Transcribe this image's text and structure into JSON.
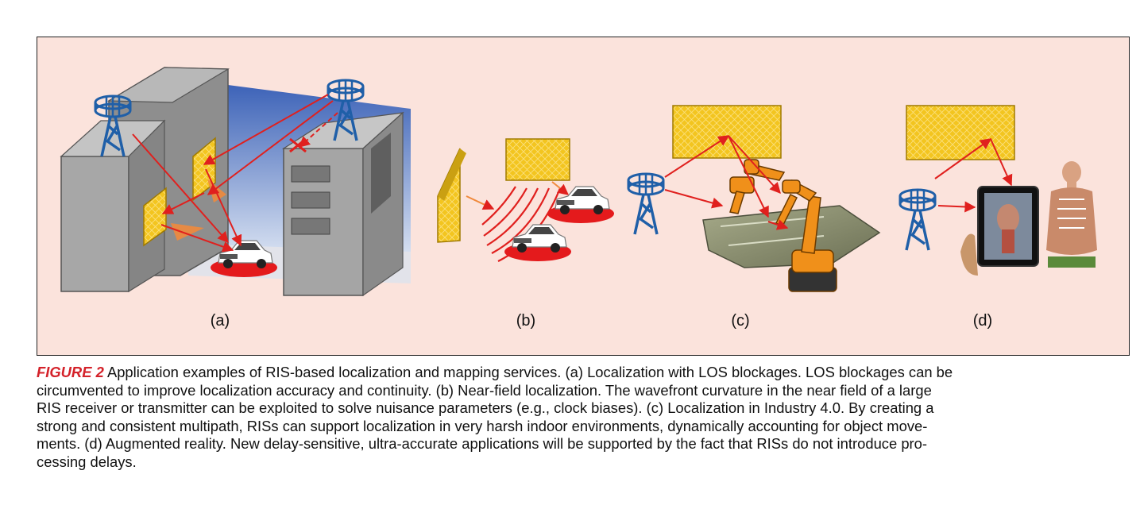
{
  "figure": {
    "panels": [
      {
        "id": "a",
        "label": "(a)"
      },
      {
        "id": "b",
        "label": "(b)"
      },
      {
        "id": "c",
        "label": "(c)"
      },
      {
        "id": "d",
        "label": "(d)"
      }
    ]
  },
  "caption": {
    "figure_label": "FIGURE 2",
    "lines": [
      "Application examples of RIS-based localization and mapping services. (a) Localization with LOS blockages. LOS blockages can be",
      "circumvented to improve localization accuracy and continuity. (b) Near-field localization. The wavefront curvature in the near field of a large",
      "RIS receiver or transmitter can be exploited to solve nuisance parameters (e.g., clock biases). (c) Localization in Industry 4.0. By creating a",
      "strong and consistent multipath, RISs can support localization in very harsh indoor environments, dynamically accounting for object move-",
      "ments. (d) Augmented reality. New delay-sensitive, ultra-accurate applications will be supported by the fact that RISs do not introduce pro-",
      "cessing delays."
    ]
  },
  "colors": {
    "panel_background": "#fbe3dc",
    "ris_yellow": "#f2c21e",
    "ray_red": "#e0201e",
    "tower_blue": "#1f5fa8",
    "building_gray": "#9a9a9a",
    "figure_label_red": "#d4222a"
  },
  "icons": [
    "cell-tower-icon",
    "ris-panel-icon",
    "car-icon",
    "robot-arm-icon",
    "tablet-icon",
    "anatomy-model-icon",
    "blocked-path-icon"
  ]
}
